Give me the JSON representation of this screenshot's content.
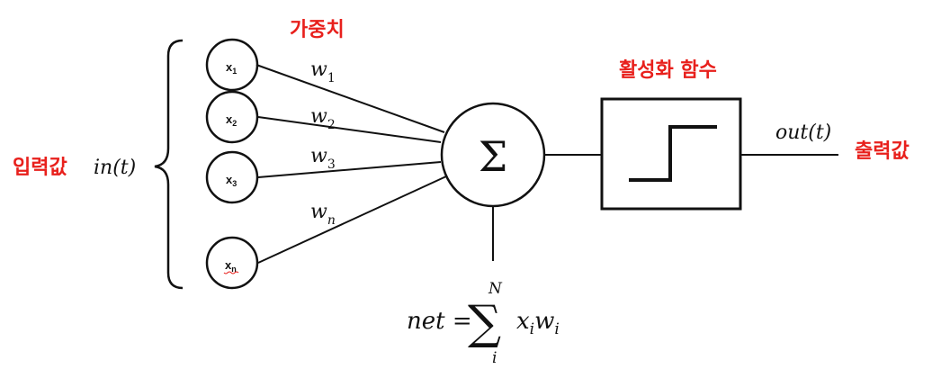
{
  "labels": {
    "weights": "가중치",
    "activation": "활성화 함수",
    "input": "입력값",
    "output": "출력값"
  },
  "math": {
    "input_fn": "in(t)",
    "output_fn": "out(t)",
    "sum_symbol": "Σ",
    "net_lhs": "net =",
    "big_sigma": "∑",
    "upper_limit": "N",
    "lower_limit": "i",
    "term_x": "x",
    "term_xi": "i",
    "term_w": "w",
    "term_wi": "i"
  },
  "inputs": [
    {
      "base": "x",
      "sub": "1"
    },
    {
      "base": "x",
      "sub": "2"
    },
    {
      "base": "x",
      "sub": "3"
    },
    {
      "base": "x",
      "sub": "n"
    }
  ],
  "weights": [
    {
      "base": "w",
      "sub": "1"
    },
    {
      "base": "w",
      "sub": "2"
    },
    {
      "base": "w",
      "sub": "3"
    },
    {
      "base": "w",
      "sub": "n"
    }
  ],
  "colors": {
    "label_red": "#e8201c",
    "line": "#111111"
  }
}
